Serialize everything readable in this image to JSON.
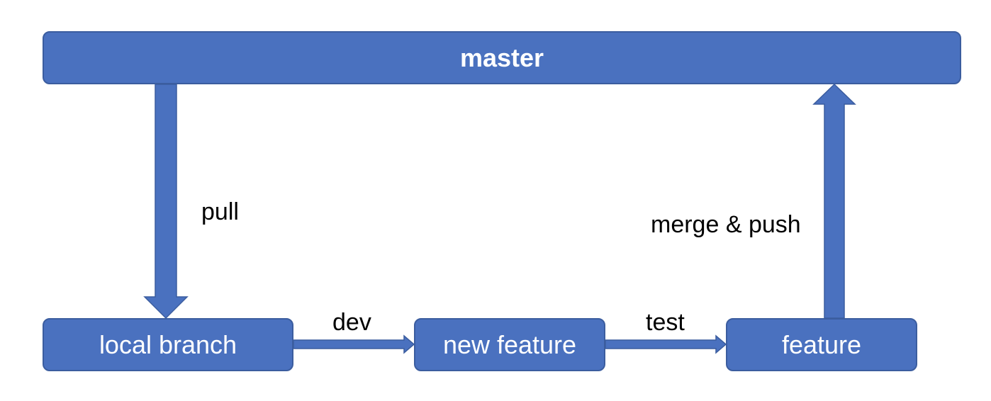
{
  "nodes": {
    "master": "master",
    "local_branch": "local branch",
    "new_feature": "new feature",
    "feature": "feature"
  },
  "edges": {
    "pull": "pull",
    "dev": "dev",
    "test": "test",
    "merge_push": "merge & push"
  },
  "colors": {
    "node_fill": "#4a71bf",
    "node_border": "#3b5d9f",
    "node_text": "#ffffff",
    "edge_label": "#000000"
  }
}
